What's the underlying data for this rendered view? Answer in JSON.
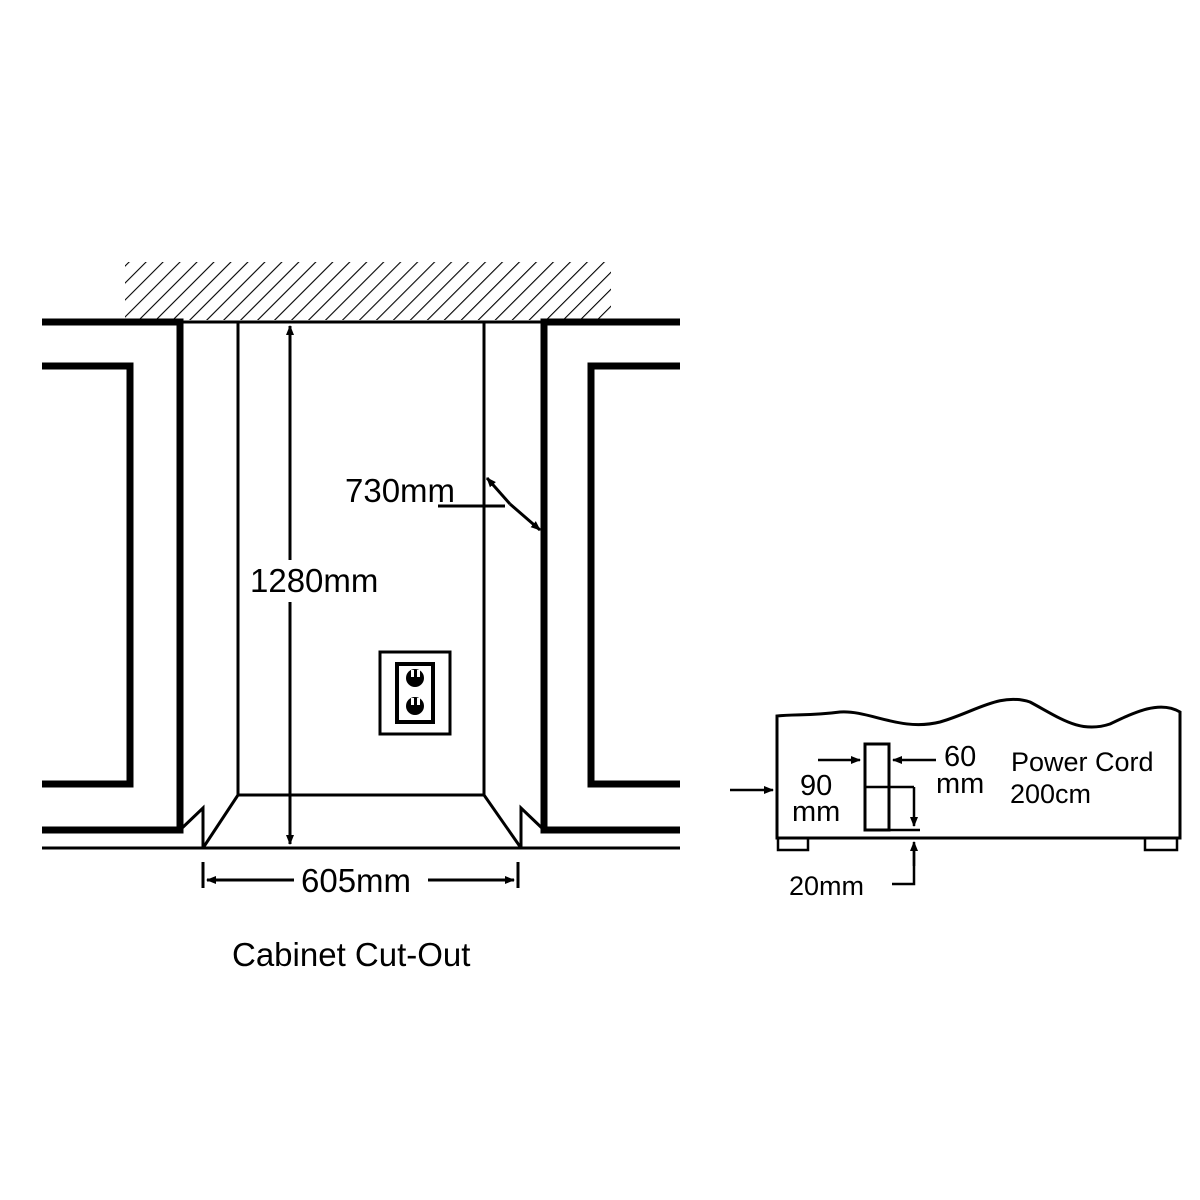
{
  "labels": {
    "depth": "730mm",
    "height": "1280mm",
    "width": "605mm",
    "caption": "Cabinet Cut-Out",
    "socket_from_side": "60",
    "socket_from_side_unit": "mm",
    "socket_height": "90",
    "socket_height_unit": "mm",
    "power_cord_line1": "Power Cord",
    "power_cord_line2": "200cm",
    "bottom_gap": "20mm"
  },
  "colors": {
    "line": "#000000",
    "background": "#ffffff"
  },
  "icons": {
    "socket": "double-power-outlet-icon"
  }
}
